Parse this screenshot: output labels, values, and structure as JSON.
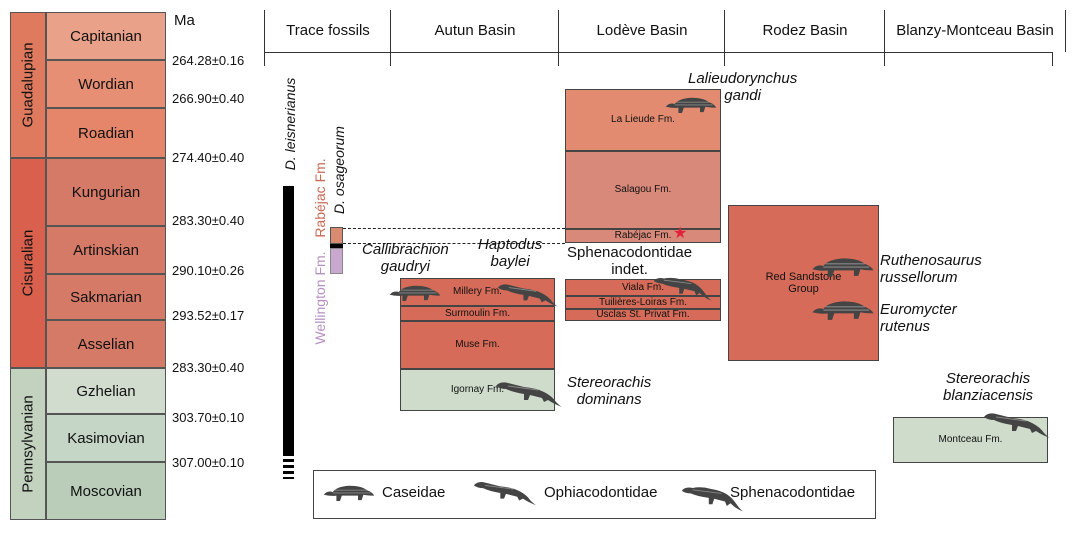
{
  "colors": {
    "guadalupian": "#e07a5f",
    "cisuralian": "#d9604c",
    "pennsylvanian": "#c3d2bf",
    "capitanian": "#e9a18a",
    "wordian": "#e78f74",
    "roadian": "#e5866a",
    "cisuralian_stage": "#d67a68",
    "gzhelian": "#d2dcce",
    "kasimovian": "#c6d6c6",
    "moscovian": "#b9cdb9",
    "formation_red": "#d56b58",
    "formation_salmon": "#e28b70",
    "formation_pink": "#d8897a",
    "formation_green": "#cfdccb",
    "wellington": "#c9a8cf",
    "star": "#e0223a"
  },
  "timescale": {
    "unit_label": "Ma",
    "series": [
      "Guadalupian",
      "Cisuralian",
      "Pennsylvanian"
    ],
    "stages": [
      "Capitanian",
      "Wordian",
      "Roadian",
      "Kungurian",
      "Artinskian",
      "Sakmarian",
      "Asselian",
      "Gzhelian",
      "Kasimovian",
      "Moscovian"
    ],
    "ages": [
      "264.28±0.16",
      "266.90±0.40",
      "274.40±0.40",
      "283.30±0.40",
      "290.10±0.26",
      "293.52±0.17",
      "283.30±0.40",
      "303.70±0.10",
      "307.00±0.10"
    ]
  },
  "headers": [
    "Trace fossils",
    "Autun Basin",
    "Lodève Basin",
    "Rodez Basin",
    "Blanzy-Montceau Basin"
  ],
  "trace_fossils": {
    "d_leisnerianus": "D. leisnerianus",
    "d_osageorum": "D. osageorum",
    "rabejac_fm": "Rabéjac Fm.",
    "wellington_fm": "Wellington Fm."
  },
  "formations": {
    "la_lieude": "La Lieude Fm.",
    "salagou": "Salagou Fm.",
    "rabejac": "Rabéjac Fm.",
    "viala": "Viala Fm.",
    "tuilieres": "Tuilières-Loiras Fm.",
    "usclas": "Usclas St. Privat Fm.",
    "millery": "Millery Fm.",
    "surmoulin": "Surmoulin Fm.",
    "muse": "Muse Fm.",
    "igornay": "Igornay Fm.",
    "red_sandstone_1": "Red Sandstone",
    "red_sandstone_2": "Group",
    "montceau": "Montceau Fm."
  },
  "taxa": {
    "lalieudorynchus_1": "Lalieudorynchus",
    "lalieudorynchus_2": "gandi",
    "callibrachion_1": "Callibrachion",
    "callibrachion_2": "gaudryi",
    "haptodus_1": "Haptodus",
    "haptodus_2": "baylei",
    "sphenacodontidae_1": "Sphenacodontidae",
    "sphenacodontidae_2": "indet.",
    "ruthenosaurus_1": "Ruthenosaurus",
    "ruthenosaurus_2": "russellorum",
    "euromycter_1": "Euromycter",
    "euromycter_2": "rutenus",
    "stereorachis_d_1": "Stereorachis",
    "stereorachis_d_2": "dominans",
    "stereorachis_b_1": "Stereorachis",
    "stereorachis_b_2": "blanziacensis"
  },
  "legend": [
    "Caseidae",
    "Ophiacodontidae",
    "Sphenacodontidae"
  ]
}
